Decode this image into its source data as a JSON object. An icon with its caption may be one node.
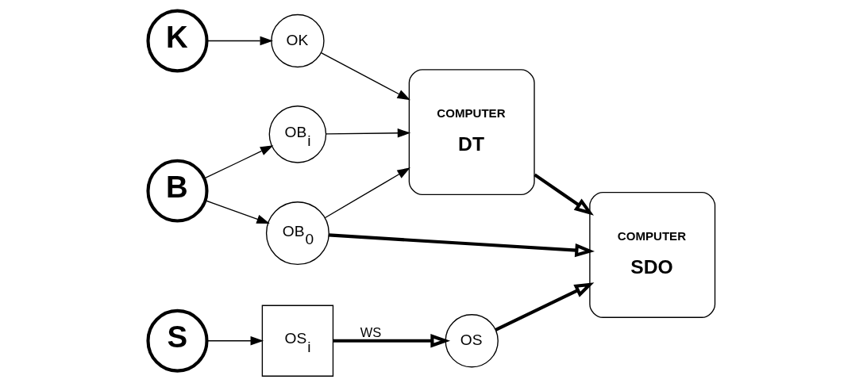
{
  "diagram": {
    "nodes": [
      {
        "text": [
          "K"
        ]
      },
      {
        "text": [
          "OK"
        ]
      },
      {
        "text": [
          "B"
        ]
      },
      {
        "text": [
          "OB$_{i}$"
        ]
      },
      {
        "text": [
          "OB$_{0}$"
        ]
      },
      {
        "text": [
          "COMPUTER",
          "DT"
        ]
      },
      {
        "text": [
          "COMPUTER",
          "SDO"
        ]
      },
      {
        "text": [
          "OS"
        ]
      },
      {
        "text": [
          "OS$_{i}$"
        ]
      },
      {
        "text": [
          "S"
        ]
      }
    ],
    "edges": [
      {
        "from": 0,
        "to": 1,
        "arrow": "to"
      },
      {
        "from": 1,
        "to": 5,
        "arrow": "to"
      },
      {
        "from": 2,
        "to": 3,
        "arrow": "to"
      },
      {
        "from": 2,
        "to": 4,
        "arrow": "to"
      },
      {
        "from": 3,
        "to": 5,
        "arrow": "to"
      },
      {
        "from": 4,
        "to": 5,
        "arrow": "to"
      },
      {
        "from": 5,
        "to": 6,
        "arrow": "to",
        "style": "thick"
      },
      {
        "from": 4,
        "to": 6,
        "arrow": "to",
        "style": "thick"
      },
      {
        "from": 9,
        "to": 8,
        "arrow": "to"
      },
      {
        "from": 8,
        "to": 7,
        "arrow": "to",
        "style": "thick",
        "label": "WS"
      },
      {
        "from": 7,
        "to": 6,
        "arrow": "to",
        "style": "thick"
      }
    ]
  }
}
